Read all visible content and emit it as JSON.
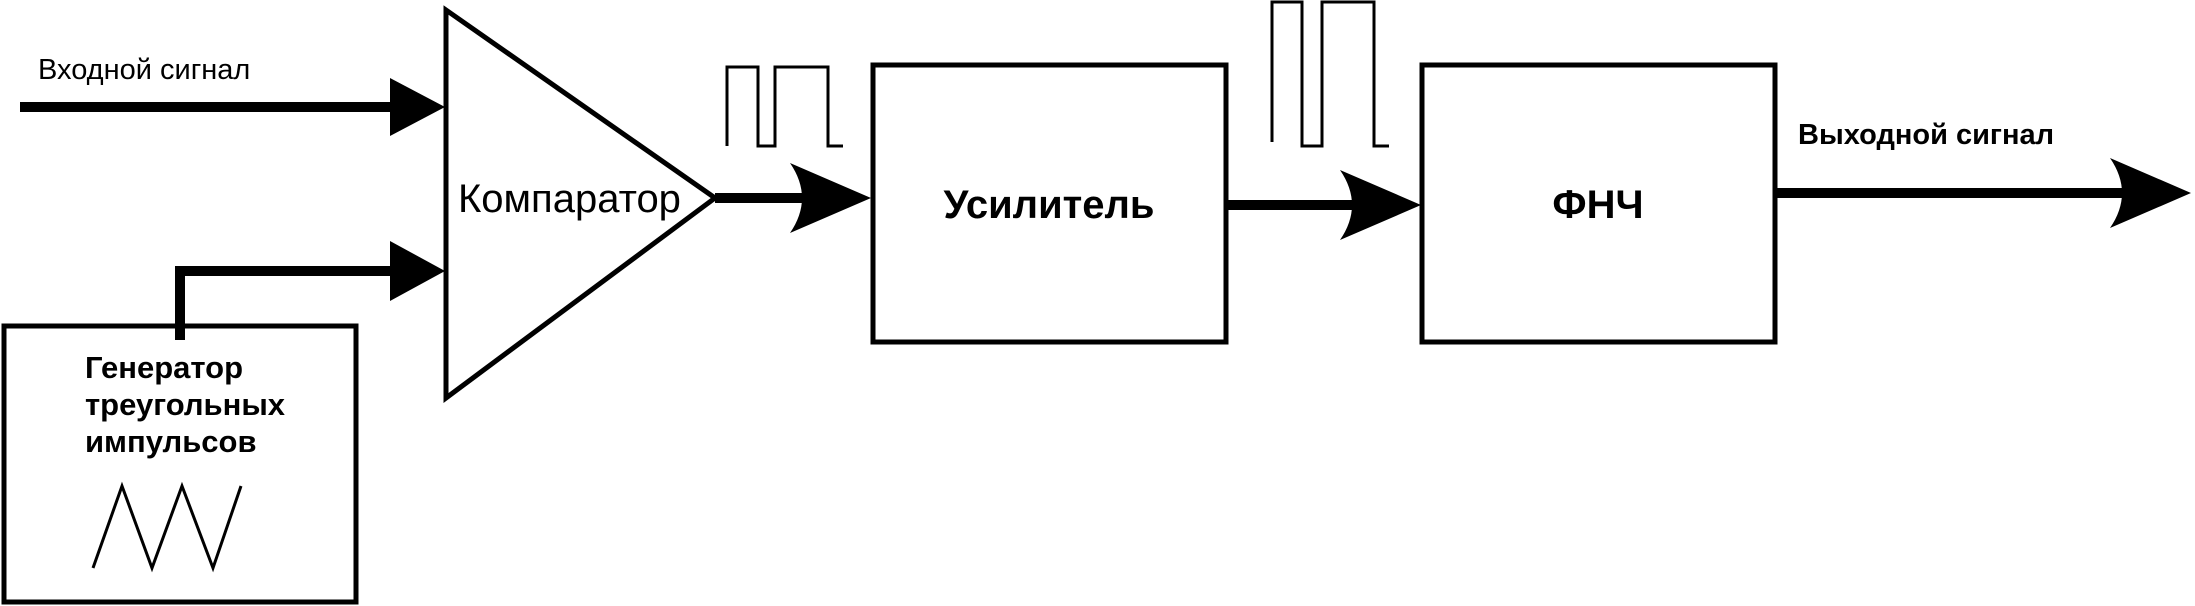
{
  "labels": {
    "input_signal": "Входной сигнал",
    "comparator": "Компаратор",
    "amplifier": "Усилитель",
    "lpf": "ФНЧ",
    "output_signal": "Выходной сигнал",
    "generator_line1": "Генератор",
    "generator_line2": "треугольных",
    "generator_line3": "импульсов"
  },
  "colors": {
    "stroke": "#000000",
    "background": "#ffffff"
  }
}
